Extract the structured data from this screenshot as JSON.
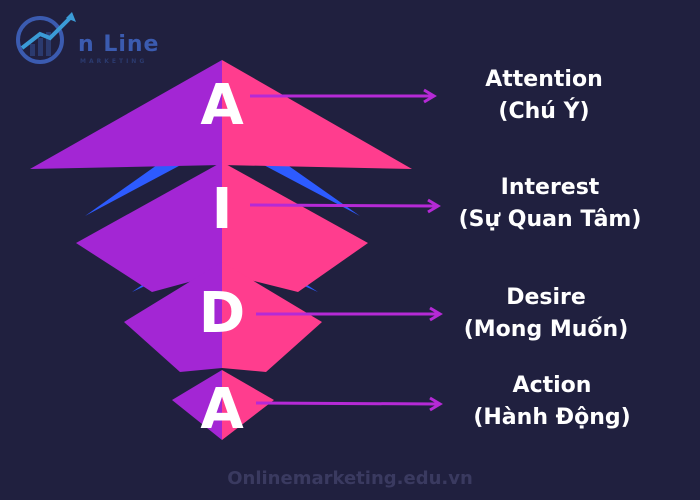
{
  "logo": {
    "text": "n Line",
    "subtext": "MARKETING"
  },
  "pyramid": {
    "levels": [
      {
        "letter": "A",
        "title": "Attention",
        "subtitle": "(Chú Ý)"
      },
      {
        "letter": "I",
        "title": "Interest",
        "subtitle": "(Sự Quan Tâm)"
      },
      {
        "letter": "D",
        "title": "Desire",
        "subtitle": "(Mong Muốn)"
      },
      {
        "letter": "A",
        "title": "Action",
        "subtitle": "(Hành Động)"
      }
    ]
  },
  "footer": {
    "text": "Onlinemarketing.edu.vn"
  },
  "colors": {
    "background": "#20203f",
    "purple": "#a326d4",
    "pink": "#ff3d8e",
    "blue": "#2d5bff",
    "arrow": "#b52ad6"
  }
}
